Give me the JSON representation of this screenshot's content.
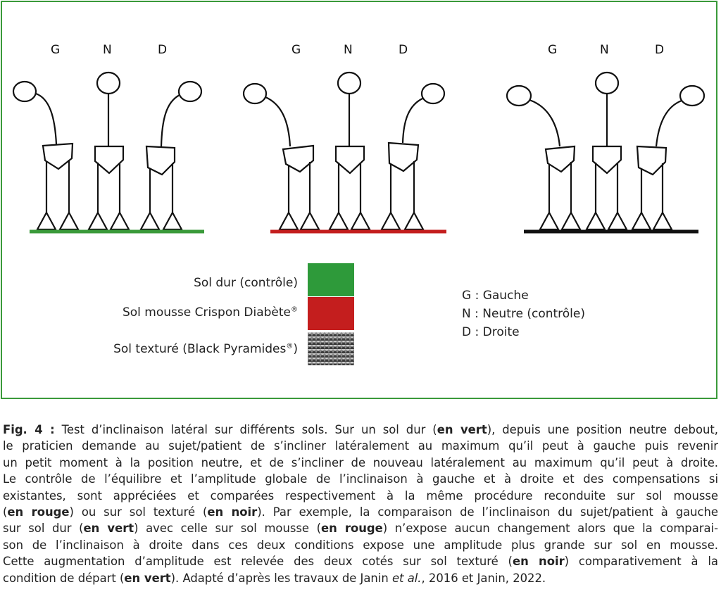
{
  "diagram": {
    "panels": [
      {
        "name": "sol-dur",
        "labels": [
          "G",
          "N",
          "D"
        ],
        "ground_color": "#3a9a3a"
      },
      {
        "name": "sol-mousse",
        "labels": [
          "G",
          "N",
          "D"
        ],
        "ground_color": "#c41e1e"
      },
      {
        "name": "sol-texture",
        "labels": [
          "G",
          "N",
          "D"
        ],
        "ground_color": "#111111"
      }
    ]
  },
  "legend": {
    "items": [
      {
        "label": "Sol dur (contrôle)",
        "sup": "",
        "color": "#2e9a3a"
      },
      {
        "label": "Sol mousse Crispon Diabète",
        "sup": "®",
        "color": "#c41e1e"
      },
      {
        "label": "Sol texturé (Black Pyramides",
        "sup": "®",
        "suffix": ")",
        "color": "#777777"
      }
    ]
  },
  "key": {
    "g": "G : Gauche",
    "n": "N : Neutre (contrôle)",
    "d": "D : Droite"
  },
  "caption": {
    "fig_label": "Fig. 4 :",
    "l1_a": " Test d’inclinaison latéral sur différents sols. Sur un sol dur (",
    "en_vert": "en vert",
    "l1_b": "), depuis une position neutre debout,",
    "l2": "le praticien demande au sujet/patient de s’incliner latéralement au maximum qu’il peut à gauche puis revenir",
    "l3": "un petit moment à la position neutre, et de s’incliner de nouveau latéralement au maximum qu’il peut à droite.",
    "l4": "Le contrôle de l’équilibre et l’amplitude globale de l’inclinaison à gauche et à droite et des compensations si",
    "l5": "existantes, sont appréciées et comparées respectivement à la même procédure reconduite sur sol mousse",
    "l6_a": "(",
    "en_rouge": "en rouge",
    "l6_b": ") ou sur sol texturé (",
    "en_noir": "en noir",
    "l6_c": "). Par exemple, la comparaison de l’inclinaison du sujet/patient à gauche",
    "l7_a": "sur sol dur (",
    "l7_b": ") avec celle sur sol mousse (",
    "l7_c": ") n’expose aucun changement alors que la comparai-",
    "l8": "son de l’inclinaison à droite dans ces deux conditions expose une amplitude plus grande sur sol en mousse.",
    "l9_a": "Cette augmentation d’amplitude est relevée des deux cotés sur sol texturé (",
    "l9_b": ") comparativement à la",
    "l10_a": "condition de départ (",
    "l10_b": "). Adapté d’après les travaux de Janin ",
    "et_al": "et al.",
    "l10_c": ", 2016 et Janin, 2022."
  }
}
